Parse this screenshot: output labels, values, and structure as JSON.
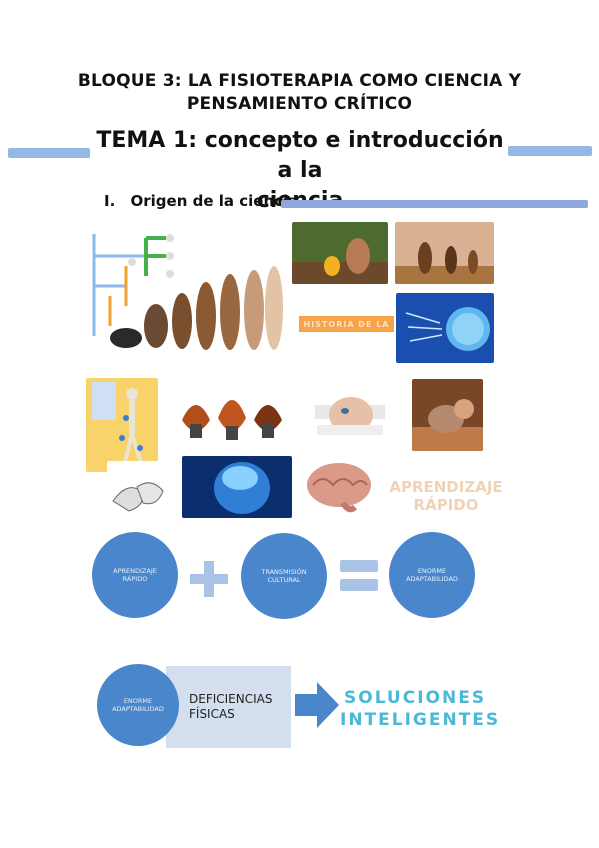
{
  "header": {
    "bloque_line1": "BLOQUE 3: LA FISIOTERAPIA COMO CIENCIA Y",
    "bloque_line2": "PENSAMIENTO CRÍTICO",
    "tema_line1": "TEMA 1: concepto e introducción a la",
    "tema_line2": "ciencia"
  },
  "section": {
    "number": "I.",
    "title": "Origen de la ciencia"
  },
  "images": {
    "orange_label": "HISTORIA DE LA",
    "aprendizaje_line1": "APRENDIZAJE",
    "aprendizaje_line2": "RÁPIDO"
  },
  "equation": {
    "circle1": "APRENDIZAJE RÁPIDO",
    "circle2": "TRANSMISIÓN CULTURAL",
    "circle3": "ENORME ADAPTABILIDAD"
  },
  "result": {
    "circle": "ENORME ADAPTABILIDAD",
    "def_line1": "DEFICIENCIAS",
    "def_line2": "FÍSICAS",
    "sol_line1": "SOLUCIONES",
    "sol_line2": "INTELIGENTES"
  },
  "colors": {
    "accent_blue": "#4a86cc",
    "bar_blue": "#93b8e3",
    "solution_cyan": "#4bb8d8"
  }
}
